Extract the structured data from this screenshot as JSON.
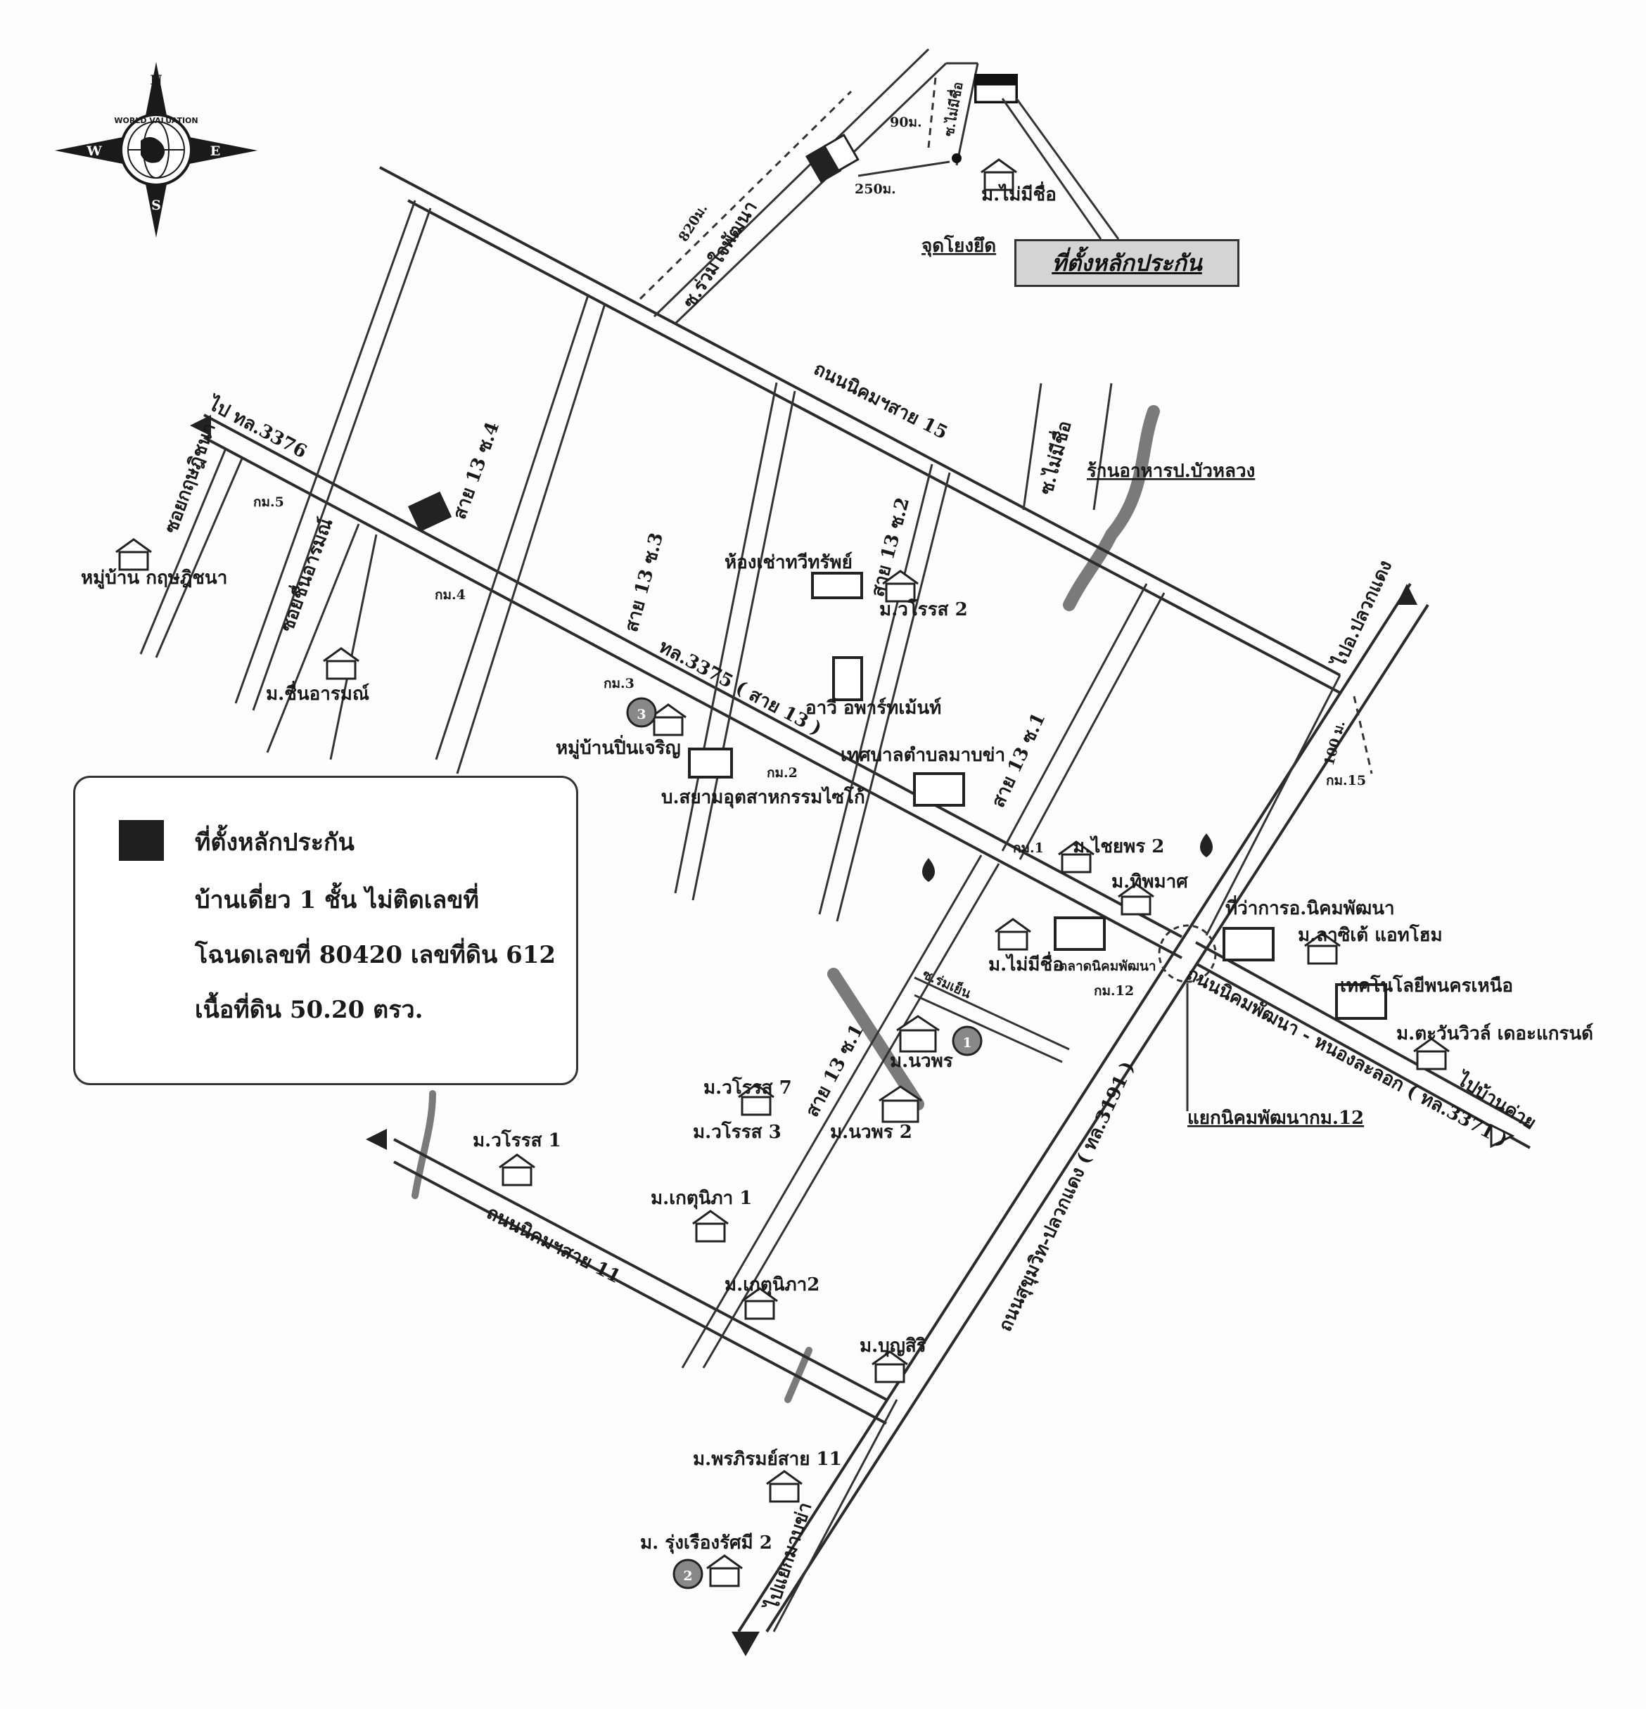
{
  "compass": {
    "north": "N",
    "south": "S",
    "east": "E",
    "west": "W",
    "logo_text": "WORLD VALUATION"
  },
  "target_box": "ที่ตั้งหลักประกัน",
  "legend": {
    "title": "ที่ตั้งหลักประกัน",
    "line1": "บ้านเดี่ยว 1 ชั้น ไม่ติดเลขที่",
    "line2": "โฉนดเลขที่ 80420 เลขที่ดิน 612",
    "line3": "เนื้อที่ดิน 50.20 ตรว."
  },
  "roads": {
    "nikhom_15": "ถนนนิคมฯสาย 15",
    "nikhom_11": "ถนนนิคมฯสาย 11",
    "tl3375": "ทล.3375 ( สาย 13 )",
    "sukhumvit": "ถนนสุขุมวิท-ปลวกแดง ( ทล.3191 )",
    "nikhom_nongla": "ถนนนิคมพัฒนา - หนองละลอก ( ทล.3371 )",
    "soi4": "สาย 13 ซ.4",
    "soi3": "สาย 13 ซ.3",
    "soi2": "สาย 13 ซ.2",
    "soi1_north": "สาย 13 ซ.1",
    "soi1_south": "สาย 13 ซ.1",
    "soi_chuen": "ซอยชื่นอารมณ์",
    "soi_kot": "ซอยกฤษฎิชนา",
    "soi_ruamjai": "ซ.ร่วมใจพัฒนา",
    "soi_maimichue_top": "ซ.ไม่มีชื่อ",
    "soi_maimichue_mid": "ซ.ไม่มีชื่อ",
    "soi_romyen": "ซ.ร่มเย็น"
  },
  "directions": {
    "to_3376": "ไป ทล.3376",
    "to_pluakdaeng": "ไปอ.ปลวกแดง",
    "to_bankhai": "ไปบ้านค่าย",
    "to_maptaphut": "ไปแยกมาบข่า"
  },
  "distances": {
    "d820": "820ม.",
    "d90": "90ม.",
    "d250": "250ม.",
    "d100": "100 ม."
  },
  "places": {
    "ref_point": "จุดโยงยึด",
    "m_maimichue_top": "ม.ไม่มีชื่อ",
    "restaurant": "ร้านอาหารป.บัวหลวง",
    "room": "ห้องเช่าทวีทรัพย์",
    "warawas2": "ม.วโรรส 2",
    "apartment": "อาวี อพาร์ทเม้นท์",
    "municipality": "เทศบาลตำบลมาบข่า",
    "phinchaoen": "หมู่บ้านปิ่นเจริญ",
    "siam": "บ.สยามอุตสาหกรรมไซโก้",
    "chuenarom": "ม.ชื่นอารมณ์",
    "kritchanan": "หมู่บ้าน กฤษฎิชนา",
    "chaiyaporn2": "ม.ไชยพร 2",
    "thippamat": "ม.ทิพมาศ",
    "district_office": "ที่ว่าการอ.นิคมพัฒนา",
    "lasite": "ม.ลาซิเต้ แอทโฮม",
    "tech": "เทคโนโลยีพนครเหนือ",
    "tawanwill": "ม.ตะวันวิวล์ เดอะแกรนด์",
    "m_maimichue_mid": "ม.ไม่มีชื่อ",
    "market": "ตลาดนิคมพัฒนา",
    "junction": "แยกนิคมพัฒนากม.12",
    "nawaporn": "ม.นวพร",
    "nawaporn2": "ม.นวพร 2",
    "warawas7": "ม.วโรรส 7",
    "warawas3": "ม.วโรรส 3",
    "warawas1": "ม.วโรรส 1",
    "ketnipa1": "ม.เกตุนิภา 1",
    "ketnipa2": "ม.เกตุนิภา2",
    "boonsiri": "ม.บุญสิริ",
    "pornrirom": "ม.พรภิรมย์สาย 11",
    "rungruang": "ม. รุ่งเรืองรัศมี 2"
  },
  "km_markers": {
    "km1": "กม.1",
    "km2": "กม.2",
    "km3": "กม.3",
    "km4": "กม.4",
    "km5": "กม.5",
    "km12": "กม.12",
    "km15": "กม.15"
  },
  "badges": {
    "b1": "1",
    "b2": "2",
    "b3": "3"
  }
}
